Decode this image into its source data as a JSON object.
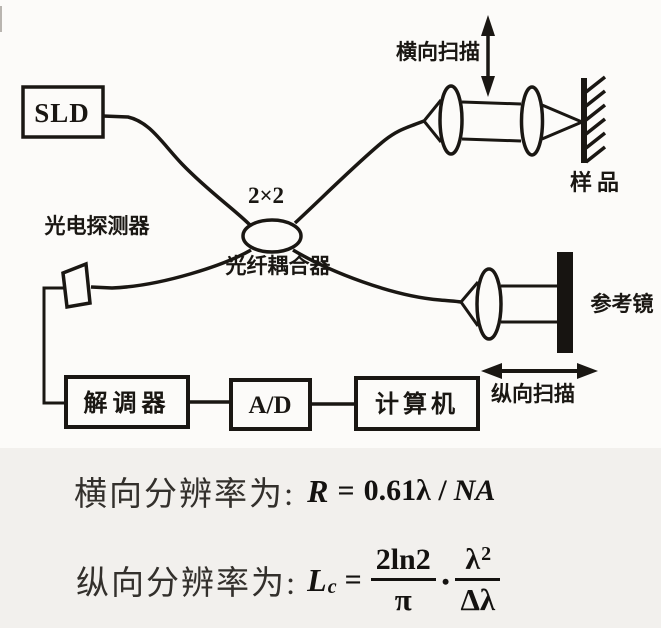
{
  "diagram": {
    "sld": "SLD",
    "coupler_type": "2×2",
    "coupler_name": "光纤耦合器",
    "photodetector": "光电探测器",
    "sample": "样品",
    "reference_mirror": "参考镜",
    "lateral_scan": "横向扫描",
    "longitudinal_scan": "纵向扫描",
    "demodulator": "解调器",
    "ad_converter": "A/D",
    "computer": "计算机"
  },
  "formulas": {
    "lateral": {
      "caption": "横向分辨率为:",
      "symbol": "R",
      "equals": "=",
      "value_upright": "0.61λ /",
      "value_italic": "NA"
    },
    "axial": {
      "caption": "纵向分辨率为:",
      "symbol": "L",
      "symbol_sub": "c",
      "equals": "=",
      "frac1_num": "2ln2",
      "frac1_den": "π",
      "times_dot": "•",
      "frac2_num_base": "λ",
      "frac2_num_sup": "2",
      "frac2_den": "Δλ"
    }
  },
  "colors": {
    "ink": "#1a1713",
    "diagram_bg": "#fcfbf9",
    "formula_bg": "#f2f0ed"
  }
}
